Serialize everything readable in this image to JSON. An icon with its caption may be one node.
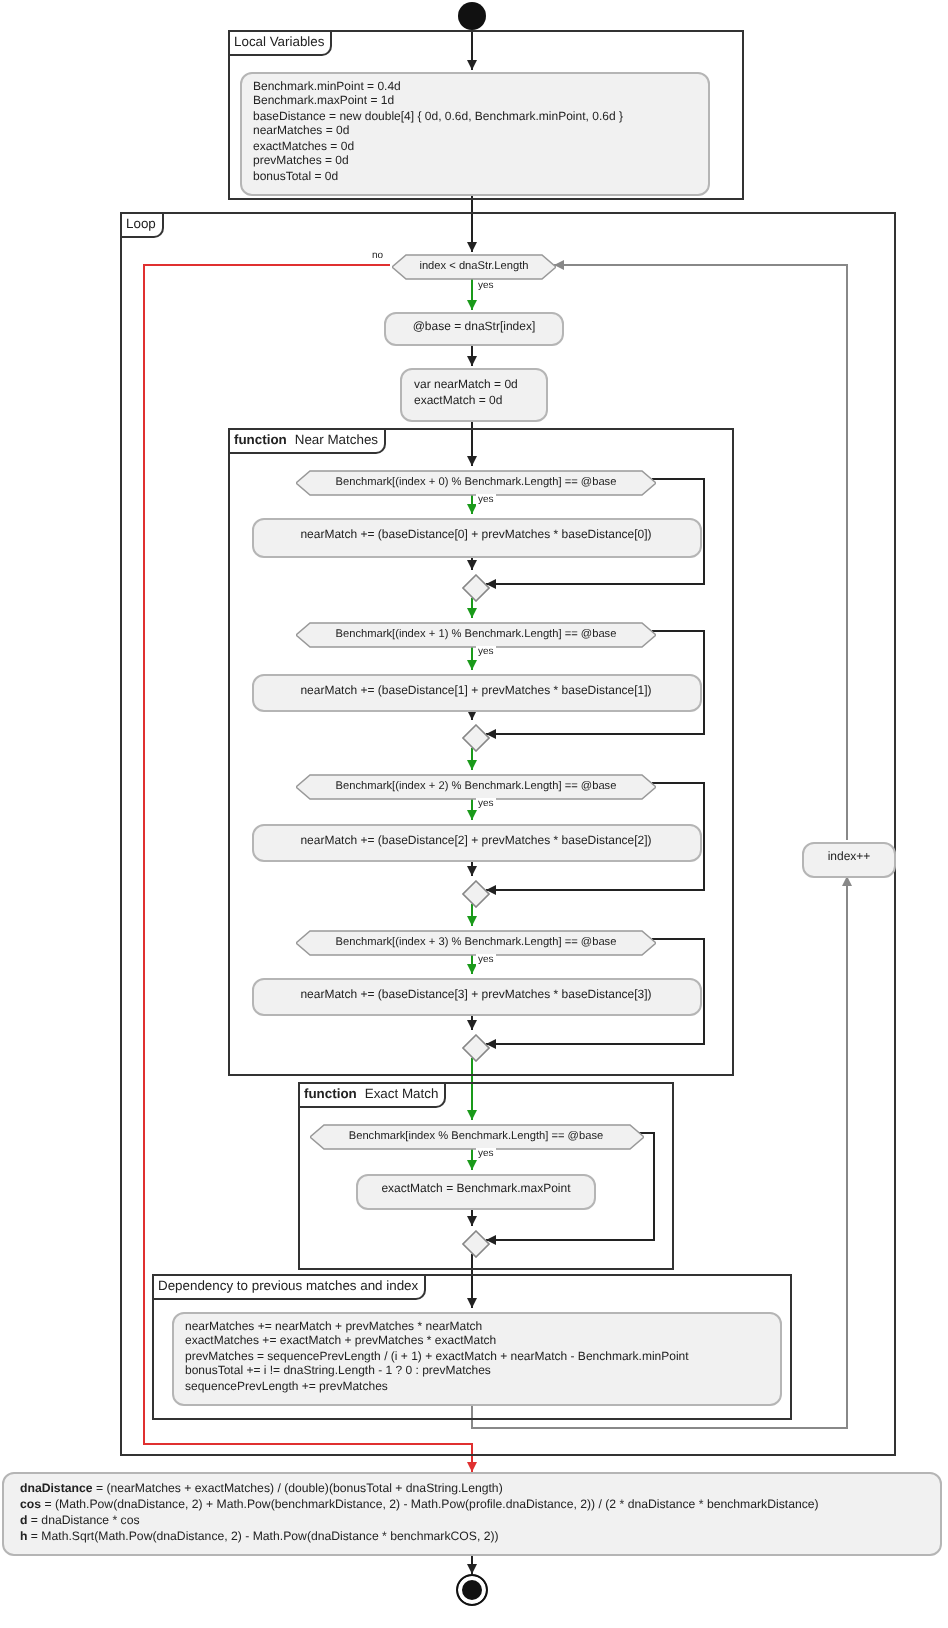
{
  "diagram": {
    "nodes": [
      {
        "text": [],
        "shape": "circle"
      },
      {
        "text": [
          "Local Variables"
        ]
      },
      {
        "text": [
          "Benchmark.minPoint = 0.4d",
          "Benchmark.maxPoint = 1d",
          "baseDistance = new double[4] { 0d, 0.6d, Benchmark.minPoint, 0.6d }",
          "nearMatches = 0d",
          "exactMatches = 0d",
          "prevMatches = 0d",
          "bonusTotal = 0d"
        ],
        "in": 1
      },
      {
        "text": [
          "Loop"
        ]
      },
      {
        "text": [
          "index < dnaStr.Length"
        ],
        "in": 3
      },
      {
        "text": [
          "@base = dnaStr[index]"
        ],
        "in": 3
      },
      {
        "text": [
          "var nearMatch = 0d",
          "exactMatch = 0d"
        ],
        "in": 3
      },
      {
        "text": [
          "function",
          "Near Matches"
        ],
        "in": 3
      },
      {
        "text": [
          "Benchmark[(index + 0) % Benchmark.Length] == @base"
        ],
        "in": 7
      },
      {
        "text": [
          "nearMatch += (baseDistance[0] + prevMatches * baseDistance[0])"
        ],
        "in": 7
      },
      {
        "text": [],
        "shape": "diamond",
        "in": 7
      },
      {
        "text": [
          "Benchmark[(index + 1) % Benchmark.Length] == @base"
        ],
        "in": 7
      },
      {
        "text": [
          "nearMatch += (baseDistance[1] + prevMatches * baseDistance[1])"
        ],
        "in": 7
      },
      {
        "text": [],
        "shape": "diamond",
        "in": 7
      },
      {
        "text": [
          "Benchmark[(index + 2) % Benchmark.Length] == @base"
        ],
        "in": 7
      },
      {
        "text": [
          "nearMatch += (baseDistance[2] + prevMatches * baseDistance[2])"
        ],
        "in": 7
      },
      {
        "text": [],
        "shape": "diamond",
        "in": 7
      },
      {
        "text": [
          "Benchmark[(index + 3) % Benchmark.Length] == @base"
        ],
        "in": 7
      },
      {
        "text": [
          "nearMatch += (baseDistance[3] + prevMatches * baseDistance[3])"
        ],
        "in": 7
      },
      {
        "text": [],
        "shape": "diamond",
        "in": 7
      },
      {
        "text": [
          "function",
          "Exact Match"
        ],
        "in": 3
      },
      {
        "text": [
          "Benchmark[index % Benchmark.Length] == @base"
        ],
        "in": 20
      },
      {
        "text": [
          "exactMatch = Benchmark.maxPoint"
        ],
        "in": 20
      },
      {
        "text": [],
        "shape": "diamond",
        "in": 20
      },
      {
        "text": [
          "Dependency to previous matches and index"
        ],
        "in": 3
      },
      {
        "text": [
          "nearMatches += nearMatch + prevMatches * nearMatch",
          "exactMatches += exactMatch + prevMatches * exactMatch",
          "prevMatches = sequencePrevLength / (i + 1) + exactMatch + nearMatch - Benchmark.minPoint",
          "bonusTotal += i != dnaString.Length - 1 ? 0 : prevMatches",
          "sequencePrevLength += prevMatches"
        ],
        "in": 24
      },
      {
        "text": [
          "index++"
        ],
        "in": 3
      },
      {
        "text": [
          "**dnaDistance** = (nearMatches + exactMatches) / (double)(bonusTotal + dnaString.Length)",
          "**cos** = (Math.Pow(dnaDistance, 2) + Math.Pow(benchmarkDistance, 2) - Math.Pow(profile.dnaDistance, 2)) / (2 * dnaDistance * benchmarkDistance)",
          "**d** = dnaDistance * cos",
          "**h** = Math.Sqrt(Math.Pow(dnaDistance, 2) - Math.Pow(dnaDistance * benchmarkCOS, 2))"
        ]
      },
      {
        "text": [],
        "shape": "circle"
      }
    ],
    "edges": [
      {
        "from": 0,
        "to": 2,
        "arrow": "to"
      },
      {
        "from": 2,
        "to": 4,
        "arrow": "to"
      },
      {
        "from": 4,
        "to": 5,
        "arrow": "to",
        "label": "yes",
        "color": "#1a9a1a"
      },
      {
        "from": 5,
        "to": 6,
        "arrow": "to"
      },
      {
        "from": 6,
        "to": 8,
        "arrow": "to"
      },
      {
        "from": 8,
        "to": 9,
        "arrow": "to",
        "label": "yes",
        "color": "#1a9a1a"
      },
      {
        "from": 9,
        "to": 10,
        "arrow": "to"
      },
      {
        "from": 8,
        "to": 10,
        "arrow": "to"
      },
      {
        "from": 10,
        "to": 11,
        "arrow": "to",
        "color": "#1a9a1a"
      },
      {
        "from": 11,
        "to": 12,
        "arrow": "to",
        "label": "yes",
        "color": "#1a9a1a"
      },
      {
        "from": 12,
        "to": 13,
        "arrow": "to"
      },
      {
        "from": 11,
        "to": 13,
        "arrow": "to"
      },
      {
        "from": 13,
        "to": 14,
        "arrow": "to",
        "color": "#1a9a1a"
      },
      {
        "from": 14,
        "to": 15,
        "arrow": "to",
        "label": "yes",
        "color": "#1a9a1a"
      },
      {
        "from": 15,
        "to": 16,
        "arrow": "to"
      },
      {
        "from": 14,
        "to": 16,
        "arrow": "to"
      },
      {
        "from": 16,
        "to": 17,
        "arrow": "to",
        "color": "#1a9a1a"
      },
      {
        "from": 17,
        "to": 18,
        "arrow": "to",
        "label": "yes",
        "color": "#1a9a1a"
      },
      {
        "from": 18,
        "to": 19,
        "arrow": "to"
      },
      {
        "from": 17,
        "to": 19,
        "arrow": "to"
      },
      {
        "from": 19,
        "to": 21,
        "arrow": "to",
        "color": "#1a9a1a"
      },
      {
        "from": 21,
        "to": 22,
        "arrow": "to",
        "label": "yes",
        "color": "#1a9a1a"
      },
      {
        "from": 22,
        "to": 23,
        "arrow": "to"
      },
      {
        "from": 21,
        "to": 23,
        "arrow": "to"
      },
      {
        "from": 23,
        "to": 25,
        "arrow": "to"
      },
      {
        "from": 25,
        "to": 26,
        "arrow": "to",
        "color": "#888888"
      },
      {
        "from": 26,
        "to": 4,
        "arrow": "to",
        "color": "#888888"
      },
      {
        "from": 4,
        "to": 27,
        "arrow": "to",
        "label": "no",
        "color": "#e03030"
      },
      {
        "from": 27,
        "to": 28,
        "arrow": "to"
      }
    ]
  }
}
